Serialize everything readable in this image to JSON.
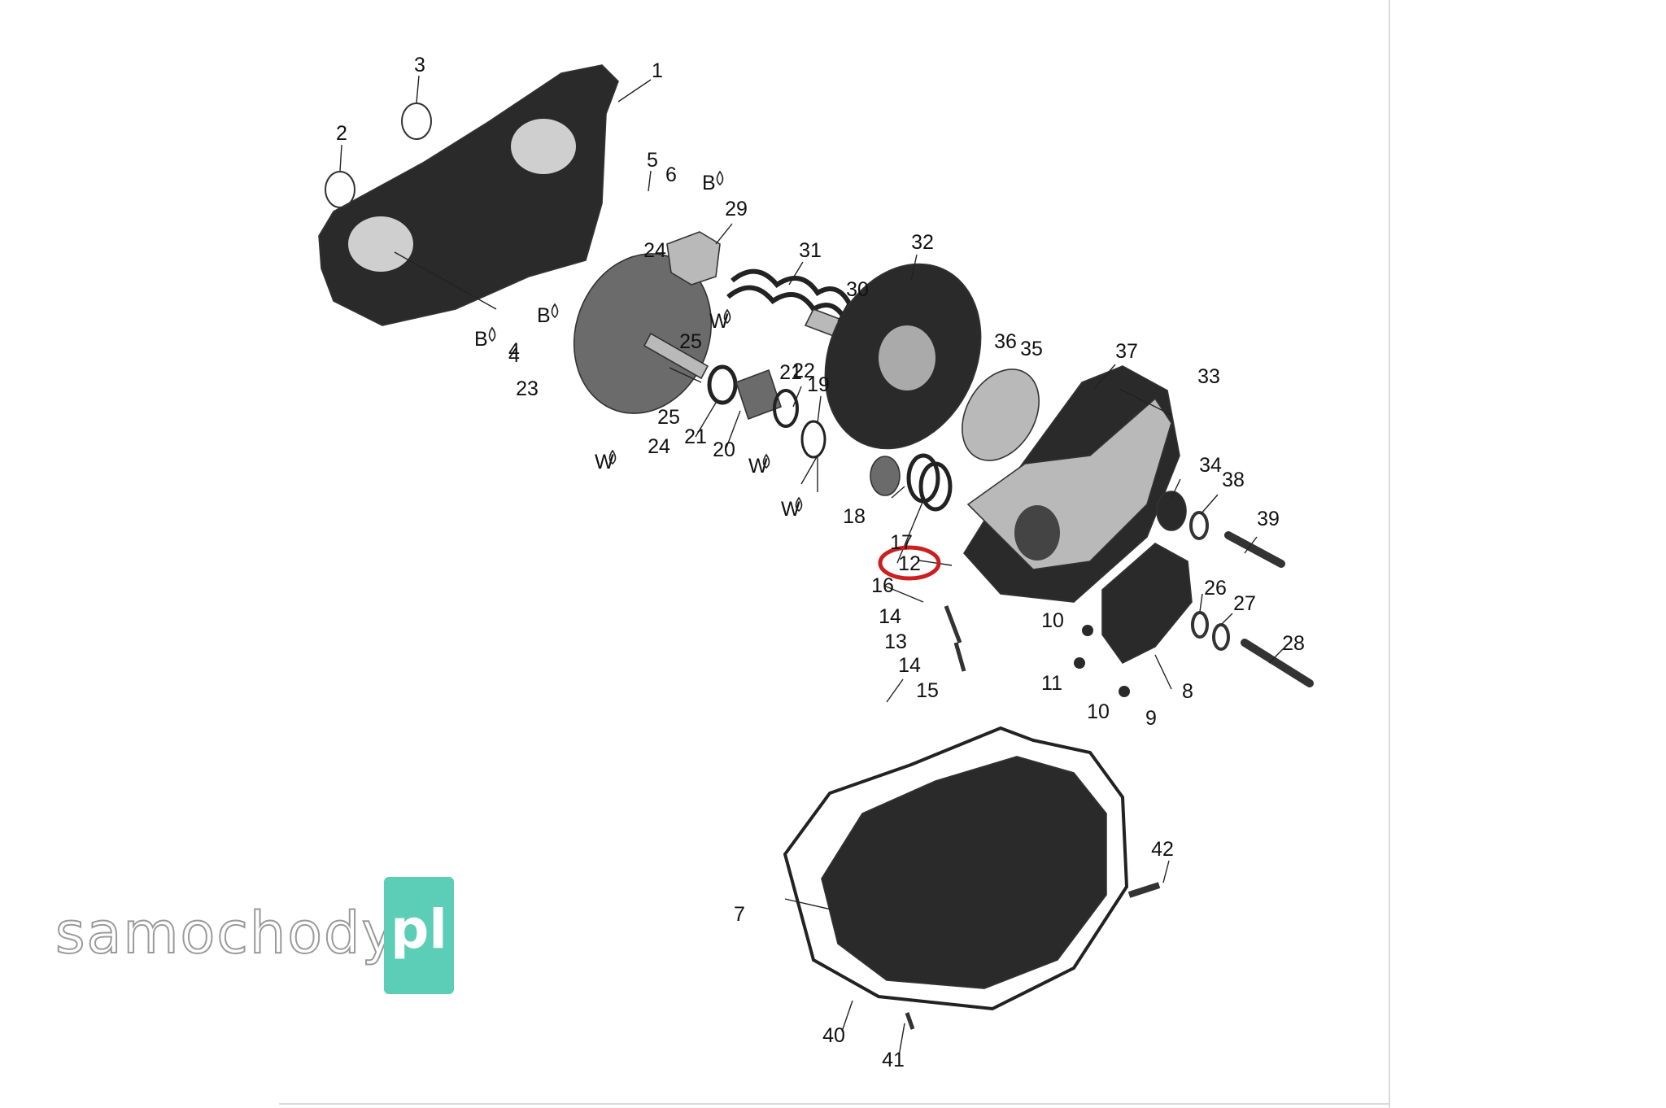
{
  "diagram": {
    "part_numbers": [
      "1",
      "2",
      "3",
      "4",
      "4",
      "5",
      "6",
      "7",
      "8",
      "9",
      "10",
      "10",
      "11",
      "12",
      "13",
      "14",
      "14",
      "15",
      "16",
      "17",
      "18",
      "19",
      "20",
      "21",
      "21",
      "22",
      "23",
      "24",
      "24",
      "25",
      "25",
      "26",
      "27",
      "28",
      "29",
      "30",
      "31",
      "32",
      "33",
      "34",
      "35",
      "36",
      "37",
      "38",
      "39",
      "40",
      "41",
      "42"
    ],
    "markers": [
      "B",
      "B",
      "B",
      "W",
      "W",
      "W",
      "W"
    ],
    "highlighted_part": "12"
  },
  "watermark": {
    "word": "samochody",
    "badge": "pl",
    "badge_color": "#5ccdb6"
  },
  "colors": {
    "highlight": "#cc1f1f",
    "part_dark": "#2a2a2a",
    "frame_line": "#d9d9d9"
  }
}
